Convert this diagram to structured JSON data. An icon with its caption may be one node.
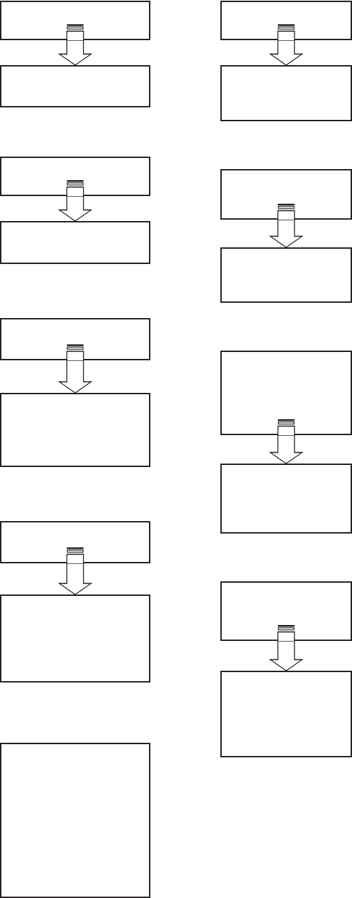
{
  "diagram": {
    "nodes": [
      {
        "text": [],
        "shape": "box"
      },
      {
        "text": [],
        "shape": "box"
      },
      {
        "text": [],
        "shape": "box"
      },
      {
        "text": [],
        "shape": "box"
      },
      {
        "text": [],
        "shape": "box"
      },
      {
        "text": [],
        "shape": "box"
      },
      {
        "text": [],
        "shape": "box"
      },
      {
        "text": [],
        "shape": "box"
      },
      {
        "text": [],
        "shape": "box"
      },
      {
        "text": [],
        "shape": "box"
      },
      {
        "text": [],
        "shape": "box"
      },
      {
        "text": [],
        "shape": "box"
      },
      {
        "text": [],
        "shape": "box"
      },
      {
        "text": [],
        "shape": "box"
      },
      {
        "text": [],
        "shape": "box"
      },
      {
        "text": [],
        "shape": "box"
      },
      {
        "text": [],
        "shape": "box"
      }
    ],
    "edges": [
      {
        "from": 0,
        "to": 1,
        "arrow": "to"
      },
      {
        "from": 2,
        "to": 3,
        "arrow": "to"
      },
      {
        "from": 4,
        "to": 5,
        "arrow": "to"
      },
      {
        "from": 6,
        "to": 7,
        "arrow": "to"
      },
      {
        "from": 9,
        "to": 10,
        "arrow": "to"
      },
      {
        "from": 11,
        "to": 12,
        "arrow": "to"
      },
      {
        "from": 13,
        "to": 14,
        "arrow": "to"
      },
      {
        "from": 15,
        "to": 16,
        "arrow": "to"
      }
    ]
  }
}
